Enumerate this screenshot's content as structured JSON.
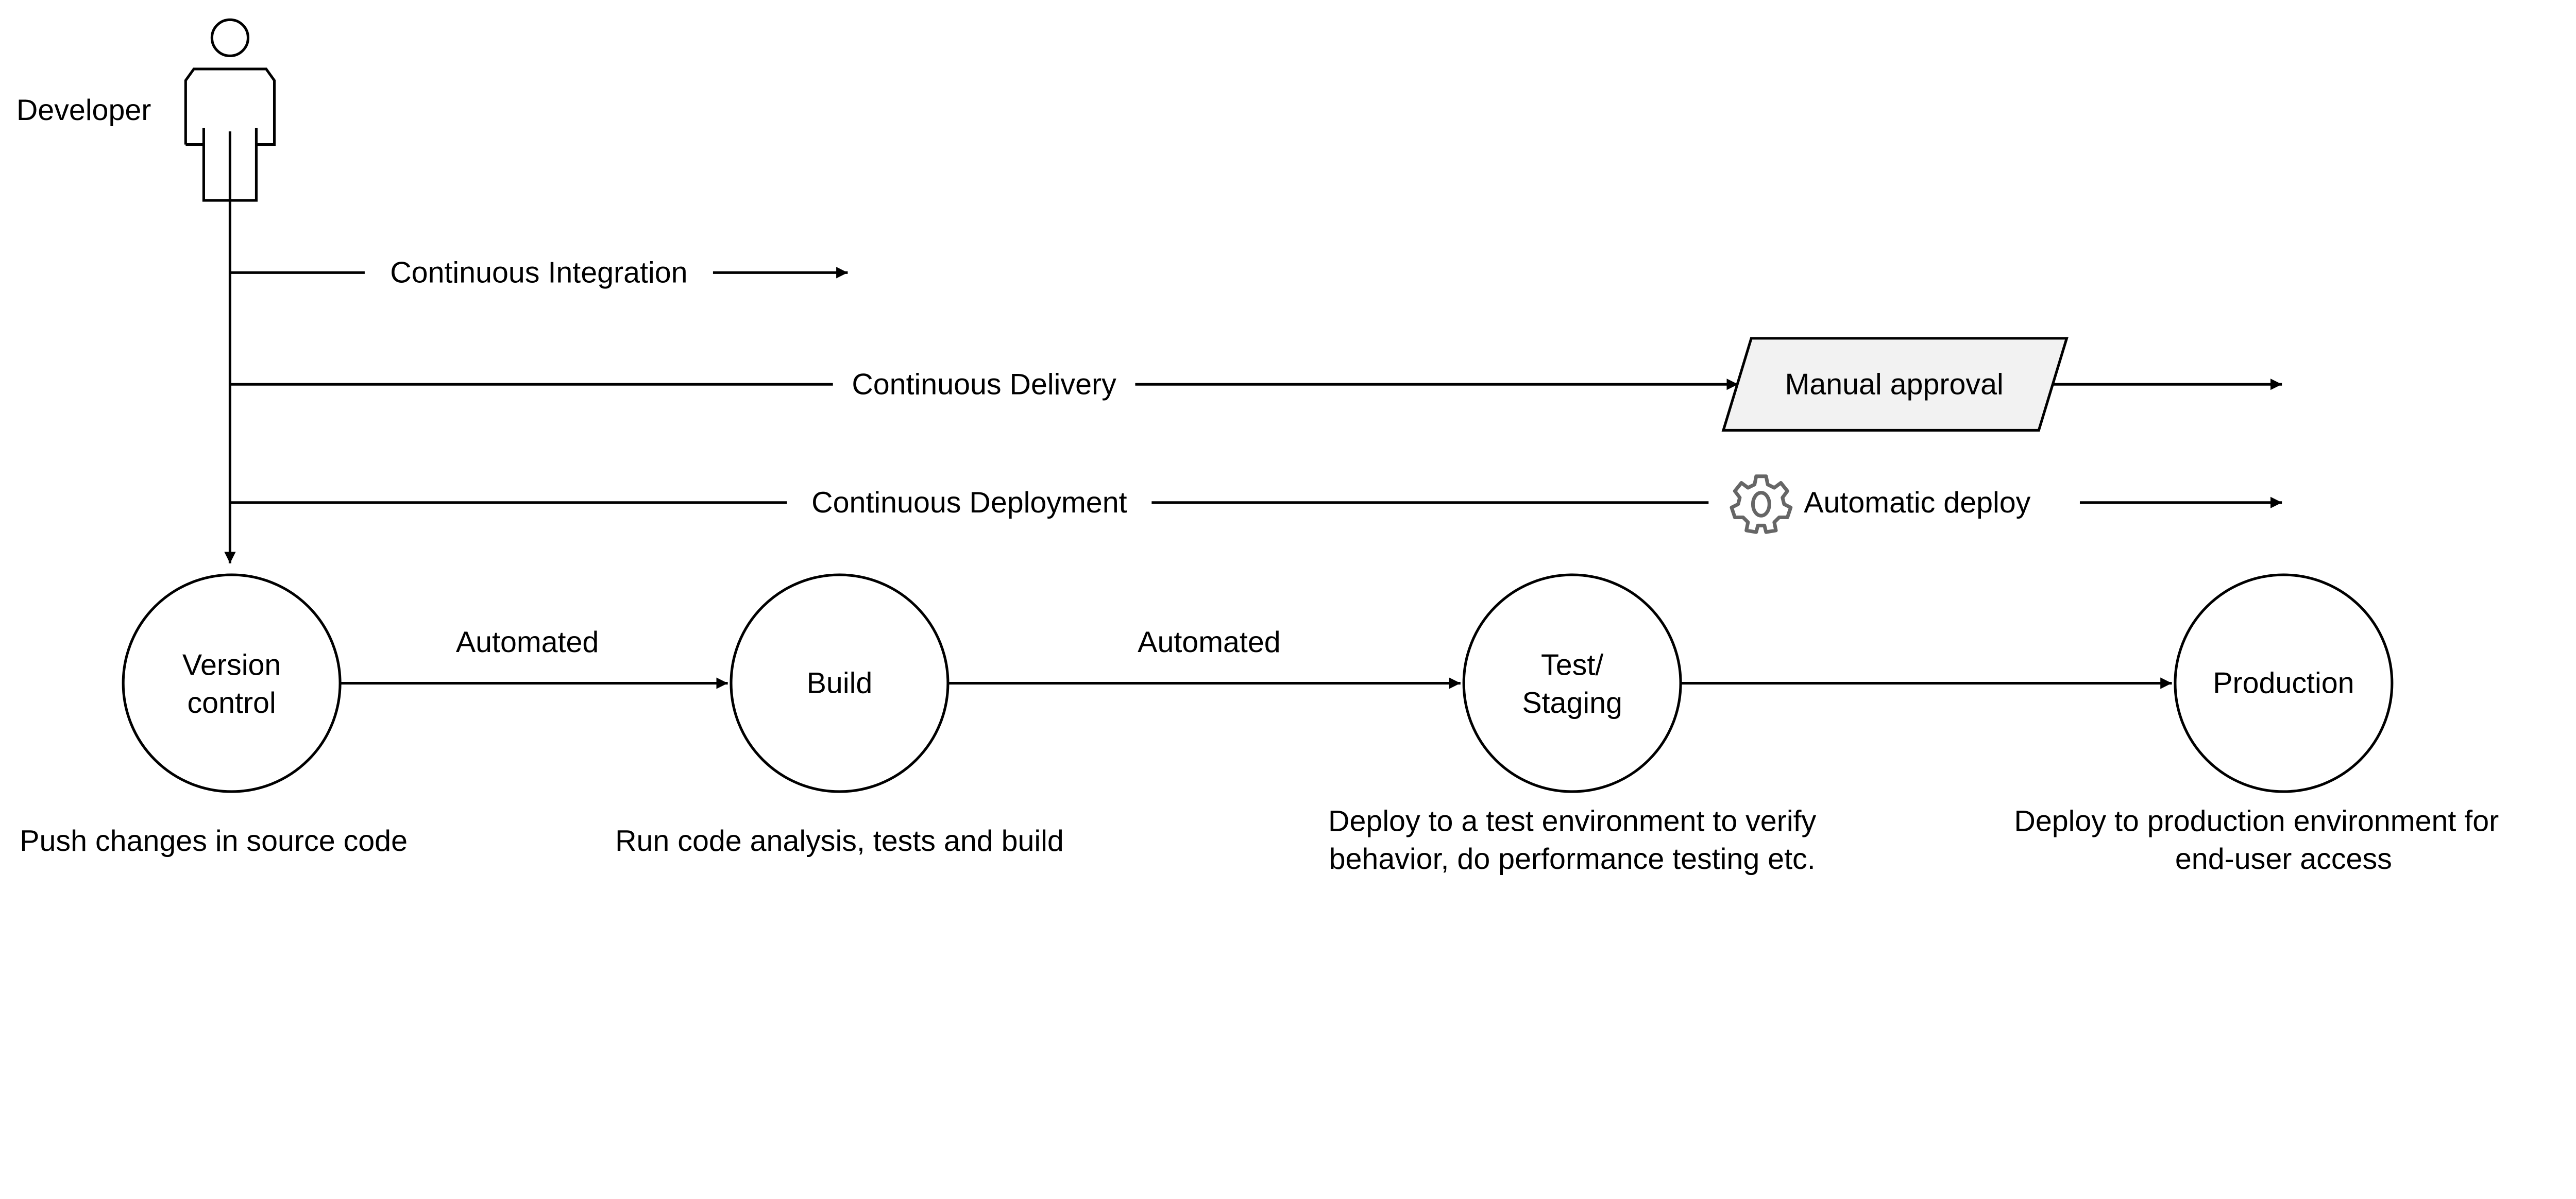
{
  "actor": {
    "label": "Developer",
    "icon": "person-icon"
  },
  "flows": [
    {
      "label": "Continuous Integration"
    },
    {
      "label": "Continuous Delivery",
      "step": "Manual approval",
      "step_fill": "#f2f2f2"
    },
    {
      "label": "Continuous Deployment",
      "step": "Automatic deploy",
      "step_icon": "gear-icon",
      "icon_color": "#666666"
    }
  ],
  "stages": [
    {
      "line1": "Version",
      "line2": "control",
      "caption1": "Push changes in source code",
      "caption2": ""
    },
    {
      "line1": "Build",
      "line2": "",
      "caption1": "Run code analysis, tests and build",
      "caption2": ""
    },
    {
      "line1": "Test/",
      "line2": "Staging",
      "caption1": "Deploy to a test environment to verify",
      "caption2": "behavior, do performance testing etc."
    },
    {
      "line1": "Production",
      "line2": "",
      "caption1": "Deploy to production environment for",
      "caption2": "end-user access"
    }
  ],
  "transitions": [
    "Automated",
    "Automated",
    ""
  ]
}
